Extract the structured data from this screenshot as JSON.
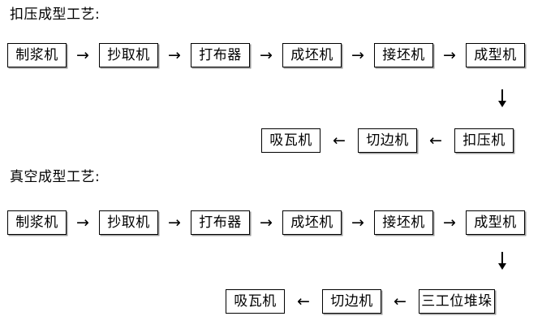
{
  "document": {
    "kind": "process-flow-diagram",
    "background_color": "#ffffff",
    "text_color": "#000000",
    "box_border_color": "#000000",
    "box_shadow_color": "#9a9a9a"
  },
  "sections": [
    {
      "title": "扣压成型工艺:",
      "row1": {
        "nodes": [
          "制浆机",
          "抄取机",
          "打布器",
          "成坯机",
          "接坯机",
          "成型机"
        ],
        "arrows": [
          "→",
          "→",
          "→",
          "→",
          "→"
        ]
      },
      "down_arrow": "↓",
      "row2": {
        "nodes": [
          "吸瓦机",
          "切边机",
          "扣压机"
        ],
        "arrows": [
          "←",
          "←"
        ]
      }
    },
    {
      "title": "真空成型工艺:",
      "row1": {
        "nodes": [
          "制浆机",
          "抄取机",
          "打布器",
          "成坯机",
          "接坯机",
          "成型机"
        ],
        "arrows": [
          "→",
          "→",
          "→",
          "→",
          "→"
        ]
      },
      "down_arrow": "↓",
      "row2": {
        "nodes": [
          "吸瓦机",
          "切边机",
          "三工位堆垛"
        ],
        "arrows": [
          "←",
          "←"
        ]
      }
    }
  ]
}
